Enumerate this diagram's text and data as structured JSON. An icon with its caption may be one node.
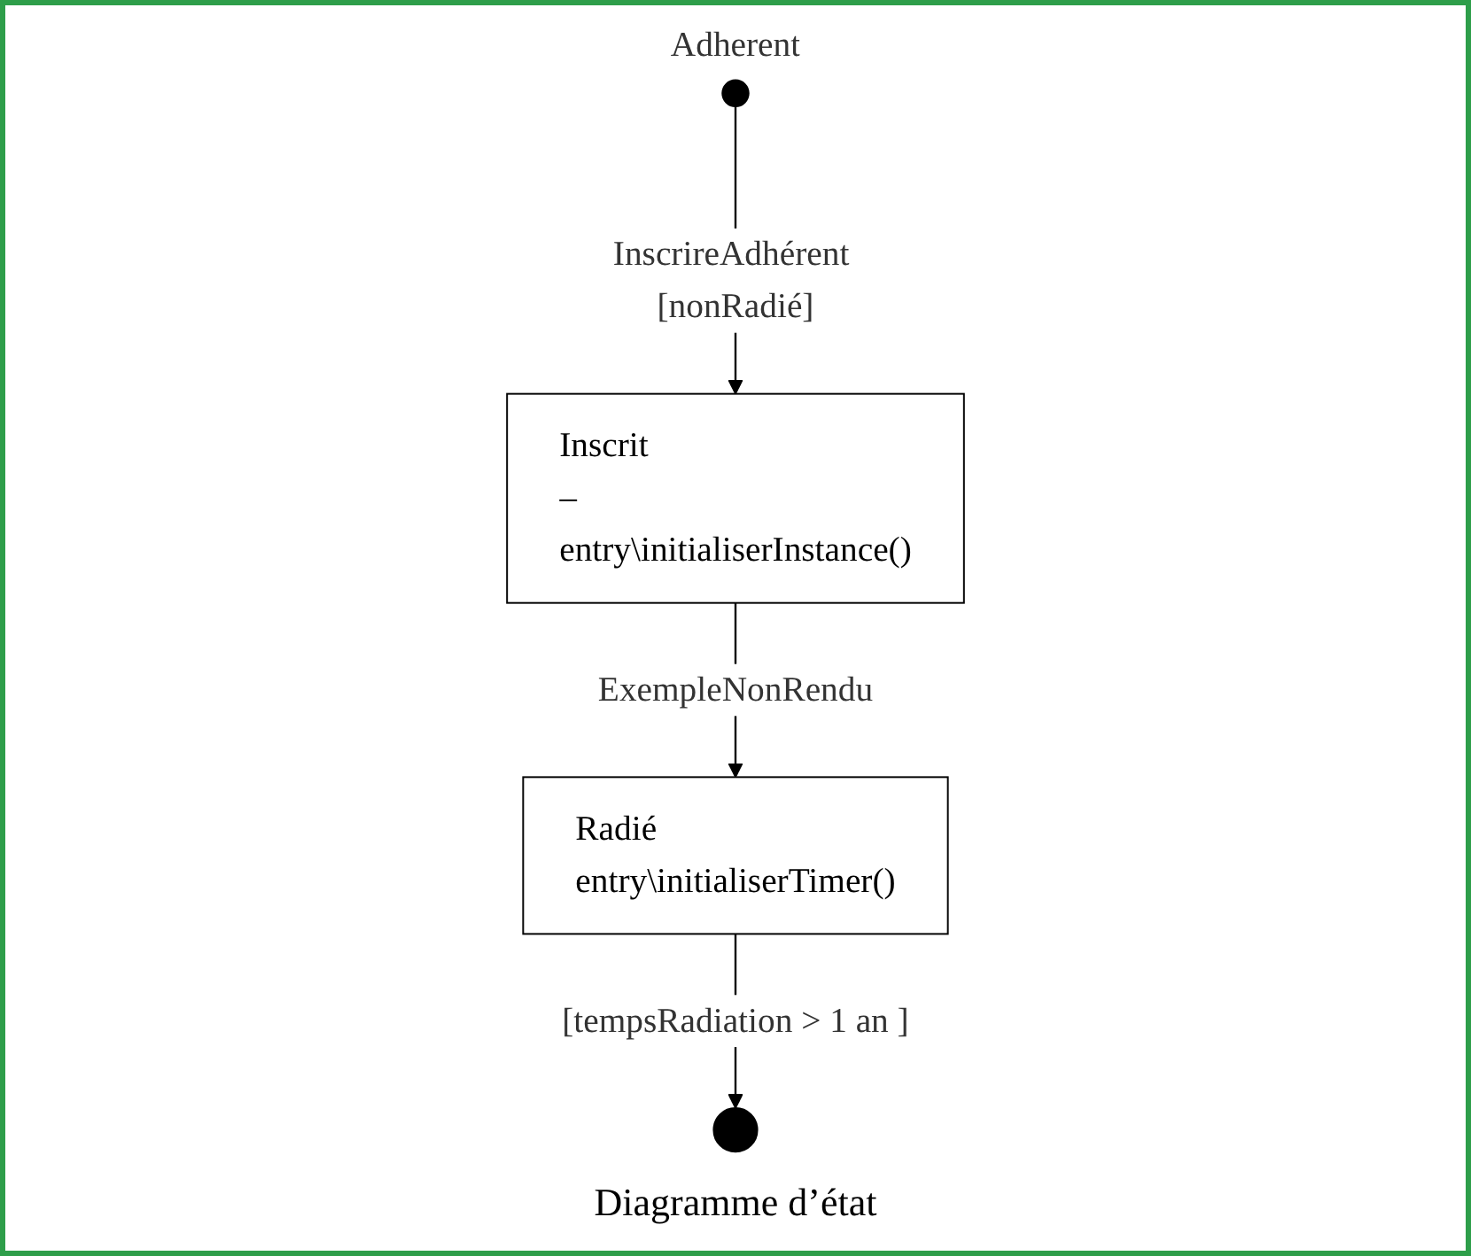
{
  "diagram": {
    "caption": "Diagramme d’état",
    "nodes": [
      {
        "text": [],
        "shape": "circle",
        "beside": [
          "Adherent"
        ]
      },
      {
        "text": [
          "Inscrit",
          "–entry\\initialiserInstance()"
        ]
      },
      {
        "text": [
          "Radié",
          "entry\\initialiserTimer()"
        ]
      },
      {
        "text": [],
        "shape": "bullseye"
      }
    ],
    "edges": [
      {
        "from": 0,
        "to": 1,
        "arrow": "to",
        "label": "InscrireAdhérent [nonRadié]"
      },
      {
        "from": 1,
        "to": 2,
        "arrow": "to",
        "label": "ExempleNonRendu"
      },
      {
        "from": 2,
        "to": 3,
        "arrow": "to",
        "label": "[tempsRadiation > 1 an ]"
      }
    ]
  }
}
